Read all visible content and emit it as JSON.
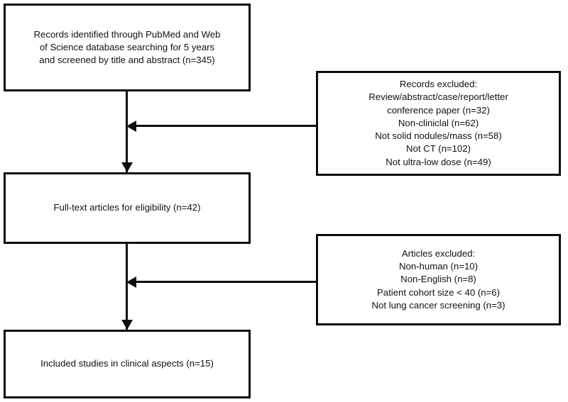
{
  "diagram": {
    "type": "prisma-flow-diagram",
    "stroke_color": "#0d0d0d",
    "background_color": "#ffffff",
    "text_color": "#111111",
    "boxes": {
      "identified": {
        "text": "Records identified through PubMed and Web\nof Science database searching for 5 years\nand screened by title and abstract (n=345)",
        "count": 345
      },
      "full_text": {
        "text": "Full-text articles for eligibility (n=42)",
        "count": 42
      },
      "included": {
        "text": "Included studies in clinical aspects (n=15)",
        "count": 15
      },
      "excluded_records": {
        "text": "Records excluded:\nReview/abstract/case/report/letter\nconference paper (n=32)\nNon-cliniclal (n=62)\nNot solid nodules/mass (n=58)\nNot CT (n=102)\nNot ultra-low dose (n=49)",
        "heading": "Records excluded:",
        "reasons": [
          {
            "label": "Review/abstract/case/report/letter conference paper",
            "count": 32
          },
          {
            "label": "Non-cliniclal",
            "count": 62
          },
          {
            "label": "Not solid nodules/mass",
            "count": 58
          },
          {
            "label": "Not CT",
            "count": 102
          },
          {
            "label": "Not ultra-low dose",
            "count": 49
          }
        ]
      },
      "excluded_articles": {
        "text": "Articles excluded:\nNon-human (n=10)\nNon-English (n=8)\nPatient cohort size < 40 (n=6)\nNot lung cancer screening  (n=3)",
        "heading": "Articles excluded:",
        "reasons": [
          {
            "label": "Non-human",
            "count": 10
          },
          {
            "label": "Non-English",
            "count": 8
          },
          {
            "label": "Patient cohort size < 40",
            "count": 6
          },
          {
            "label": "Not lung cancer screening",
            "count": 3
          }
        ]
      }
    },
    "connectors": [
      {
        "name": "identified-to-fulltext",
        "direction": "down"
      },
      {
        "name": "excluded-records-to-trunk",
        "direction": "left"
      },
      {
        "name": "fulltext-to-included",
        "direction": "down"
      },
      {
        "name": "excluded-articles-to-trunk",
        "direction": "left"
      }
    ]
  }
}
